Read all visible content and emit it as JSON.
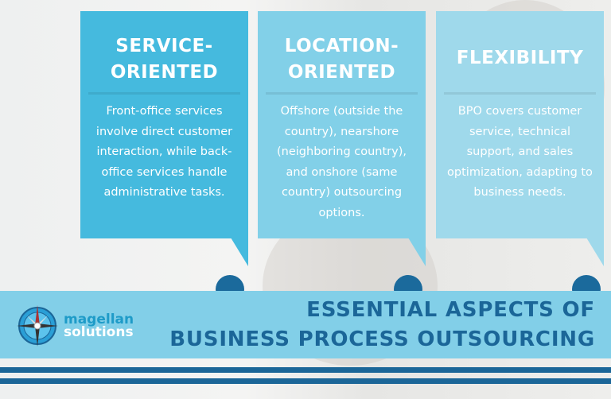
{
  "cards": [
    {
      "title_line1": "SERVICE-",
      "title_line2": "ORIENTED",
      "body": "Front-office services involve direct customer interaction, while back-office services handle administrative tasks.",
      "color": "#45bade"
    },
    {
      "title_line1": "LOCATION-",
      "title_line2": "ORIENTED",
      "body": "Offshore (outside the country), nearshore (neighboring country), and onshore (same country) outsourcing options.",
      "color": "#82d0e8"
    },
    {
      "title_line1": "FLEXIBILITY",
      "title_line2": "",
      "body": "BPO covers customer service, technical support, and sales optimization, adapting to business needs.",
      "color": "#9fd9eb"
    }
  ],
  "banner": {
    "headline_line1": "ESSENTIAL ASPECTS OF",
    "headline_line2": "BUSINESS PROCESS OUTSOURCING",
    "logo_word1": "magellan",
    "logo_word2": "solutions"
  },
  "colors": {
    "accent_dark": "#1b6698",
    "banner": "#82cfe8"
  }
}
